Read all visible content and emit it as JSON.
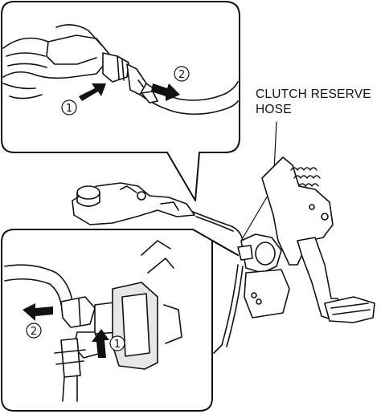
{
  "labels": {
    "hose_line1": "CLUTCH RESERVE",
    "hose_line2": "HOSE"
  },
  "markers": {
    "one": "1",
    "two": "2"
  },
  "colors": {
    "line": "#111111",
    "paper": "#ffffff",
    "shade": "#d9d9d9",
    "arrow": "#111111"
  }
}
